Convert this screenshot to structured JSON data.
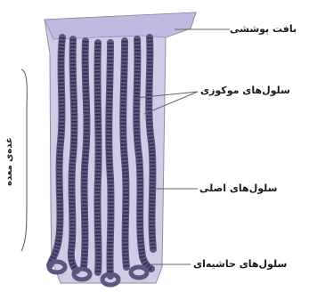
{
  "labels": {
    "covering_tissue": "بافت پوششی",
    "mucous_cells": "سلول‌های موکوزی",
    "chief_cells": "سلول‌های اصلی",
    "parietal_cells": "سلول‌های حاشیه‌ای",
    "gastric_gland": "غده‌ی معده"
  },
  "colors": {
    "tissue_fill": "#cfcde6",
    "tissue_dark": "#bfbadf",
    "epithelium": "#5c567f",
    "cell_line": "#2f2b48",
    "leader": "#666666"
  }
}
